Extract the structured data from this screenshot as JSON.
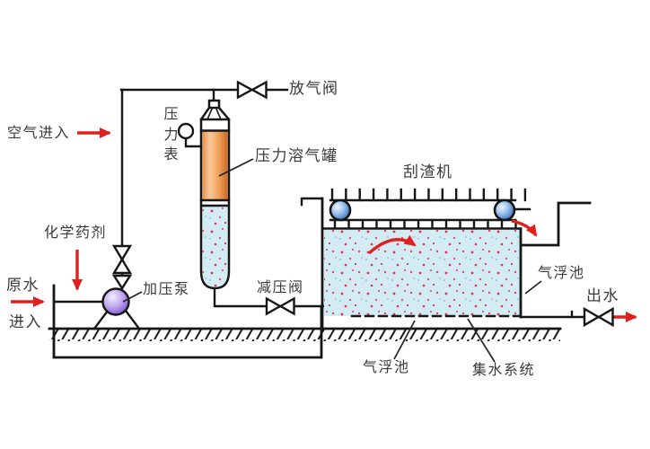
{
  "diagram": {
    "type": "dissolved-air-flotation-process-schematic",
    "labels": {
      "air_inlet": "空气进入",
      "pressure_gauge": "压力表",
      "vent_valve": "放气阀",
      "pressure_saturator_tank": "压力溶气罐",
      "scum_scraper": "刮渣机",
      "chemical_agent": "化学药剂",
      "raw_water": "原水",
      "inlet": "进入",
      "pressure_pump": "加压泵",
      "pressure_relief_valve": "减压阀",
      "flotation_tank_right": "气浮池",
      "outlet_water": "出水",
      "flotation_tank_bottom": "气浮池",
      "water_collection_system": "集水系统"
    },
    "colors": {
      "arrow_red": "#e01f1f",
      "saturator_orange": "#f0a058",
      "water_blue": "#d3ecf3",
      "bubble_red": "#e03050",
      "pump_purple": "#a98fd8",
      "pulley_blue": "#6f9fd8",
      "line_black": "#161616",
      "text_gray": "#3a3a3a"
    }
  }
}
